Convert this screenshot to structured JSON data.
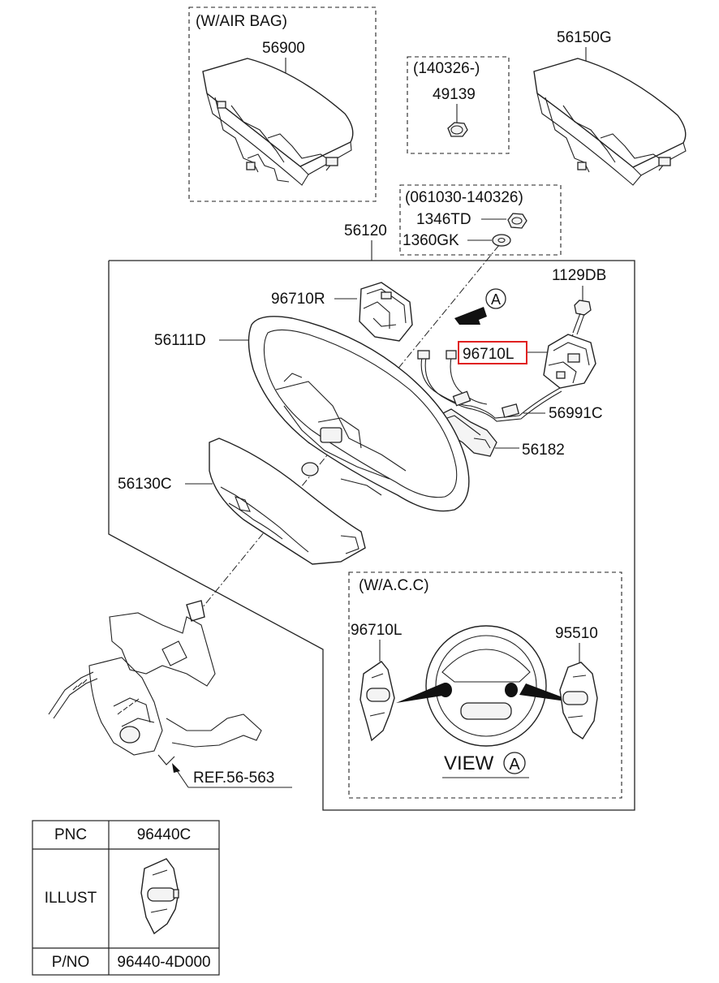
{
  "labels": {
    "air_bag_note": "(W/AIR BAG)",
    "p56900": "56900",
    "date_note_1": "(140326-)",
    "p49139": "49139",
    "p56150G": "56150G",
    "date_note_2": "(061030-140326)",
    "p1346TD": "1346TD",
    "p1360GK": "1360GK",
    "p56120": "56120",
    "p96710R": "96710R",
    "p1129DB": "1129DB",
    "view_marker_top": "A",
    "p56111D": "56111D",
    "p96710L": "96710L",
    "p56991C": "56991C",
    "p56182": "56182",
    "p56130C": "56130C",
    "acc_note": "(W/A.C.C)",
    "acc_p96710L": "96710L",
    "acc_p95510": "95510",
    "view_label": "VIEW",
    "view_marker_bottom": "A",
    "ref": "REF.56-563"
  },
  "highlight": {
    "part": "96710L",
    "color": "#e02020"
  },
  "table": {
    "rows": [
      {
        "key": "PNC",
        "value": "96440C"
      },
      {
        "key": "ILLUST",
        "value": ""
      },
      {
        "key": "P/NO",
        "value": "96440-4D000"
      }
    ]
  }
}
